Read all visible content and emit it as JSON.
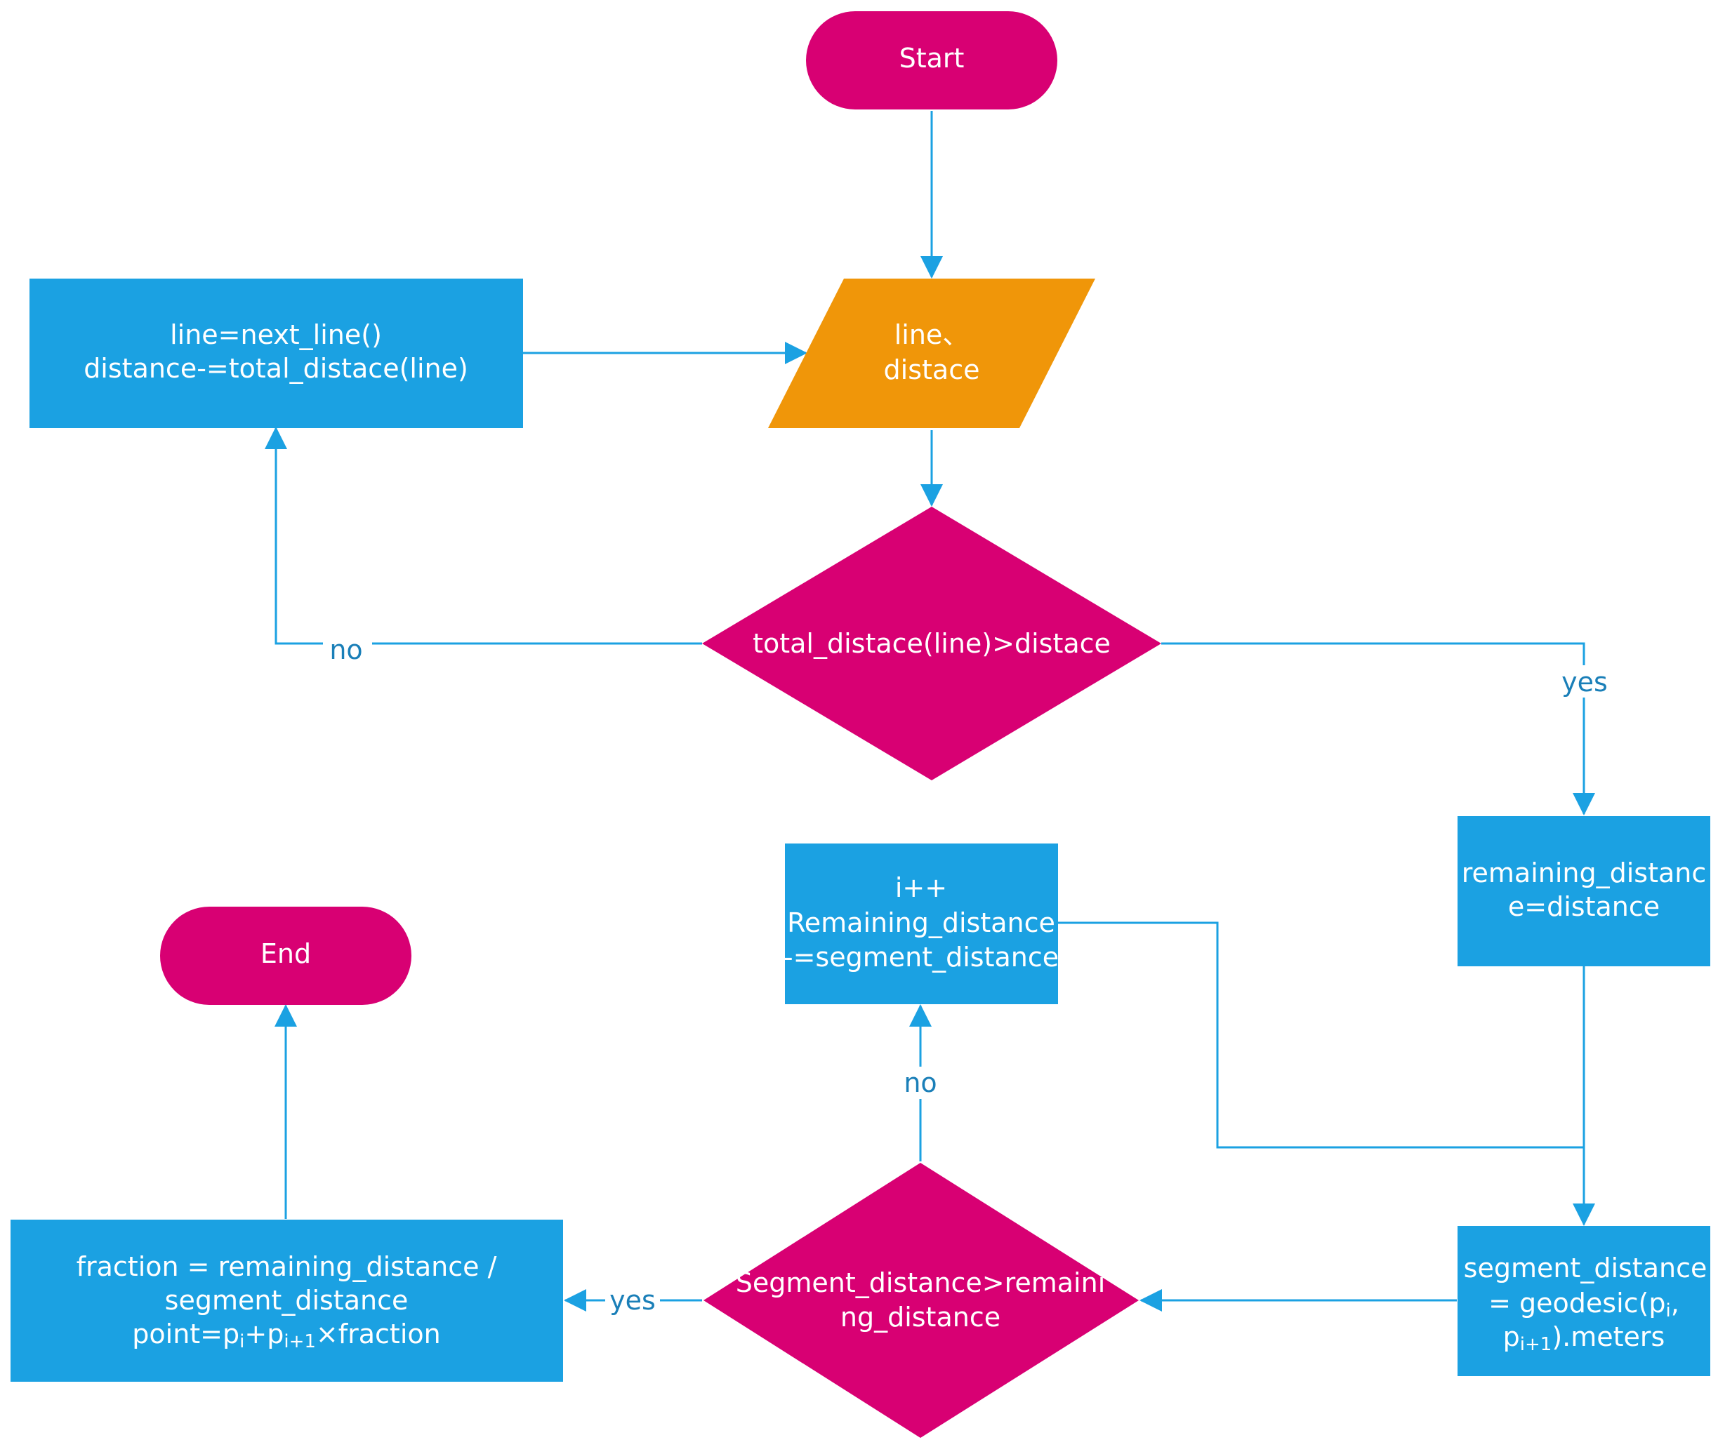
{
  "colors": {
    "terminal": "#d80073",
    "process": "#1ba1e2",
    "io": "#f09609",
    "edge": "#1ba1e2",
    "edge_label": "#1a7fb8"
  },
  "start": {
    "label": "Start"
  },
  "end": {
    "label": "End"
  },
  "input": {
    "line1": "line、",
    "line2": "distace"
  },
  "next_line": {
    "line1": "line=next_line()",
    "line2": "distance-=total_distace(line)"
  },
  "decision_total": {
    "label": "total_distace(line)>distace"
  },
  "remaining_init": {
    "line1": "remaining_distanc",
    "line2": "e=distance"
  },
  "increment": {
    "line1": "i++",
    "line2": "Remaining_distance",
    "line3": "-=segment_distance"
  },
  "segment": {
    "line1": "segment_distance",
    "line2": "= geodesic(p",
    "sub_i": "i",
    "comma": ",",
    "line3_p": "p",
    "sub_i1": "i+1",
    "line3_rest": ").meters"
  },
  "decision_segment": {
    "line1": "Segment_distance>remaini",
    "line2": "ng_distance"
  },
  "fraction": {
    "line1": "fraction = remaining_distance /",
    "line2": "segment_distance",
    "line3_a": "point=p",
    "sub_i": "i",
    "line3_b": "+p",
    "sub_i1": "i+1",
    "line3_c": "×fraction"
  },
  "labels": {
    "no_total": "no",
    "yes_total": "yes",
    "no_segment": "no",
    "yes_segment": "yes"
  }
}
